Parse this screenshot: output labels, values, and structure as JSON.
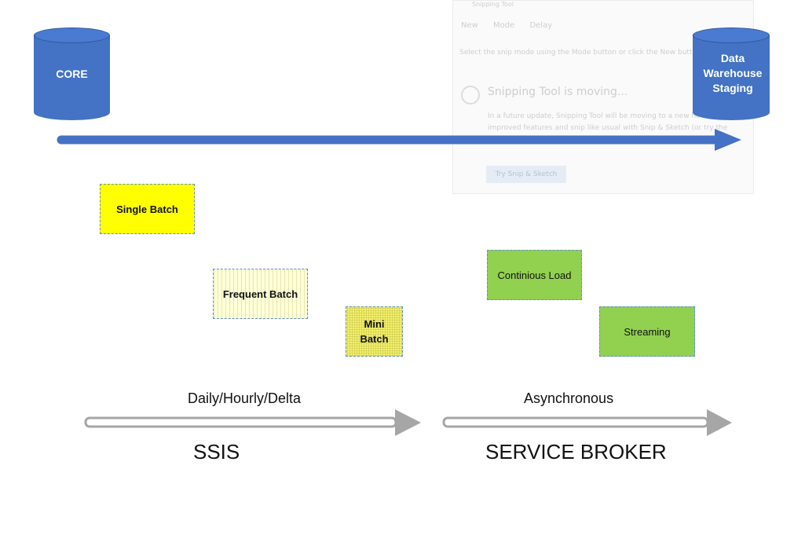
{
  "diagram": {
    "source_db": "CORE",
    "target_db": "Data Warehouse Staging",
    "target_db_lines": [
      "Data",
      "Warehouse",
      "Staging"
    ],
    "load_types": {
      "single_batch": "Single Batch",
      "frequent_batch": "Frequent Batch",
      "mini_batch_lines": [
        "Mini",
        "Batch"
      ],
      "continuous_load": "Continious Load",
      "streaming": "Streaming"
    },
    "left_flow": {
      "caption": "Daily/Hourly/Delta",
      "technology": "SSIS"
    },
    "right_flow": {
      "caption": "Asynchronous",
      "technology": "SERVICE BROKER"
    }
  },
  "background_window": {
    "title": "Snipping Tool",
    "toolbar": [
      "New",
      "Mode",
      "Delay"
    ],
    "hint": "Select the snip mode using the Mode button or click the New button.",
    "heading": "Snipping Tool is moving...",
    "body": "In a future update, Snipping Tool will be moving to a new home. Try improved features and snip like usual with Snip & Sketch (or try the shortcut Windows logo key + Shift + S).",
    "button": "Try Snip & Sketch"
  },
  "colors": {
    "cylinder": "#4472C4",
    "main_arrow": "#4472C4",
    "flow_arrow": "#a6a6a6",
    "single_batch_fill": "#ffff00",
    "frequent_batch_fill": "#ffffd8",
    "mini_batch_fill": "#f3f06a",
    "async_fill": "#92d050",
    "box_border": "#5b8fd6"
  },
  "icons": {
    "database": "cylinder-icon",
    "flow": "arrow-right-icon"
  }
}
